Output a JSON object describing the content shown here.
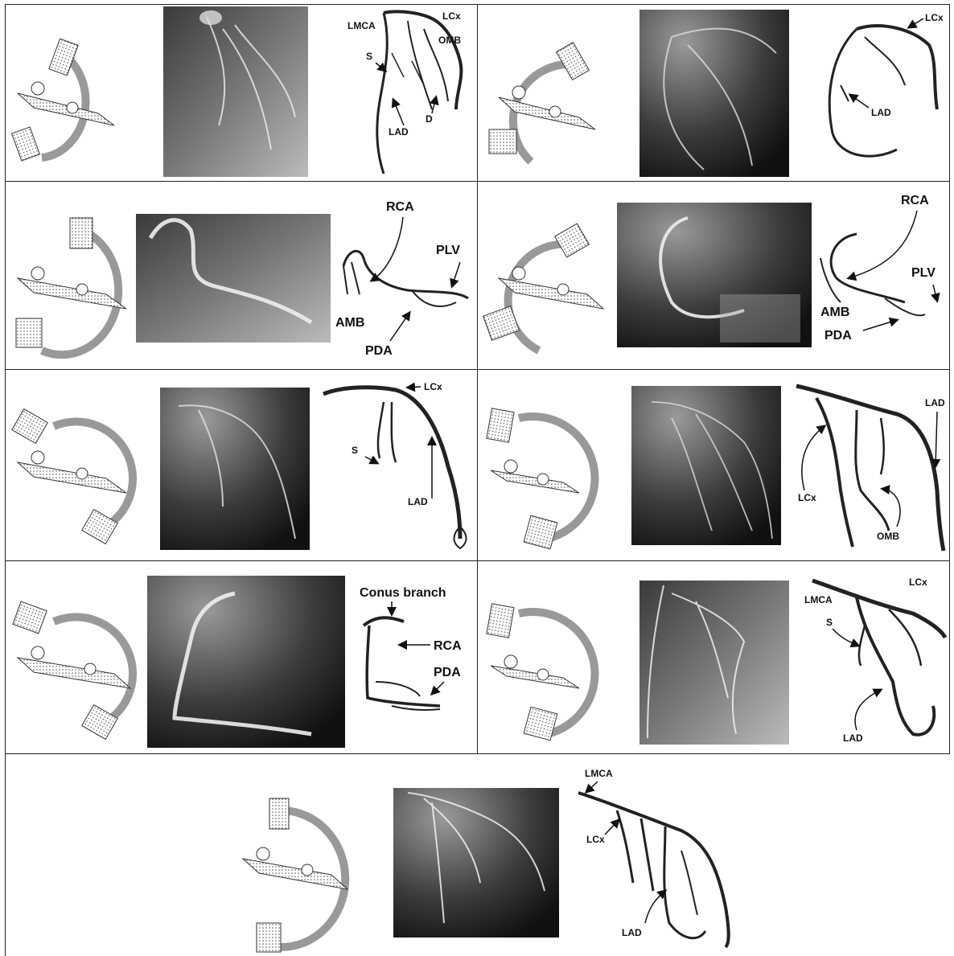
{
  "panels": [
    {
      "id": "p1",
      "labels": {
        "lmca": "LMCA",
        "lcx": "LCx",
        "omb": "OMB",
        "s": "S",
        "d": "D",
        "lad": "LAD"
      }
    },
    {
      "id": "p2",
      "labels": {
        "lcx": "LCx",
        "lad": "LAD"
      }
    },
    {
      "id": "p3",
      "labels": {
        "rca": "RCA",
        "plv": "PLV",
        "amb": "AMB",
        "pda": "PDA"
      }
    },
    {
      "id": "p4",
      "labels": {
        "rca": "RCA",
        "plv": "PLV",
        "amb": "AMB",
        "pda": "PDA"
      }
    },
    {
      "id": "p5",
      "labels": {
        "lcx": "LCx",
        "s": "S",
        "lad": "LAD"
      }
    },
    {
      "id": "p6",
      "labels": {
        "lad": "LAD",
        "lcx": "LCx",
        "omb": "OMB"
      }
    },
    {
      "id": "p7",
      "labels": {
        "conus": "Conus branch",
        "rca": "RCA",
        "pda": "PDA"
      }
    },
    {
      "id": "p8",
      "labels": {
        "lcx": "LCx",
        "lmca": "LMCA",
        "s": "S",
        "lad": "LAD"
      }
    },
    {
      "id": "p9",
      "labels": {
        "lmca": "LMCA",
        "lcx": "LCx",
        "lad": "LAD"
      }
    }
  ]
}
